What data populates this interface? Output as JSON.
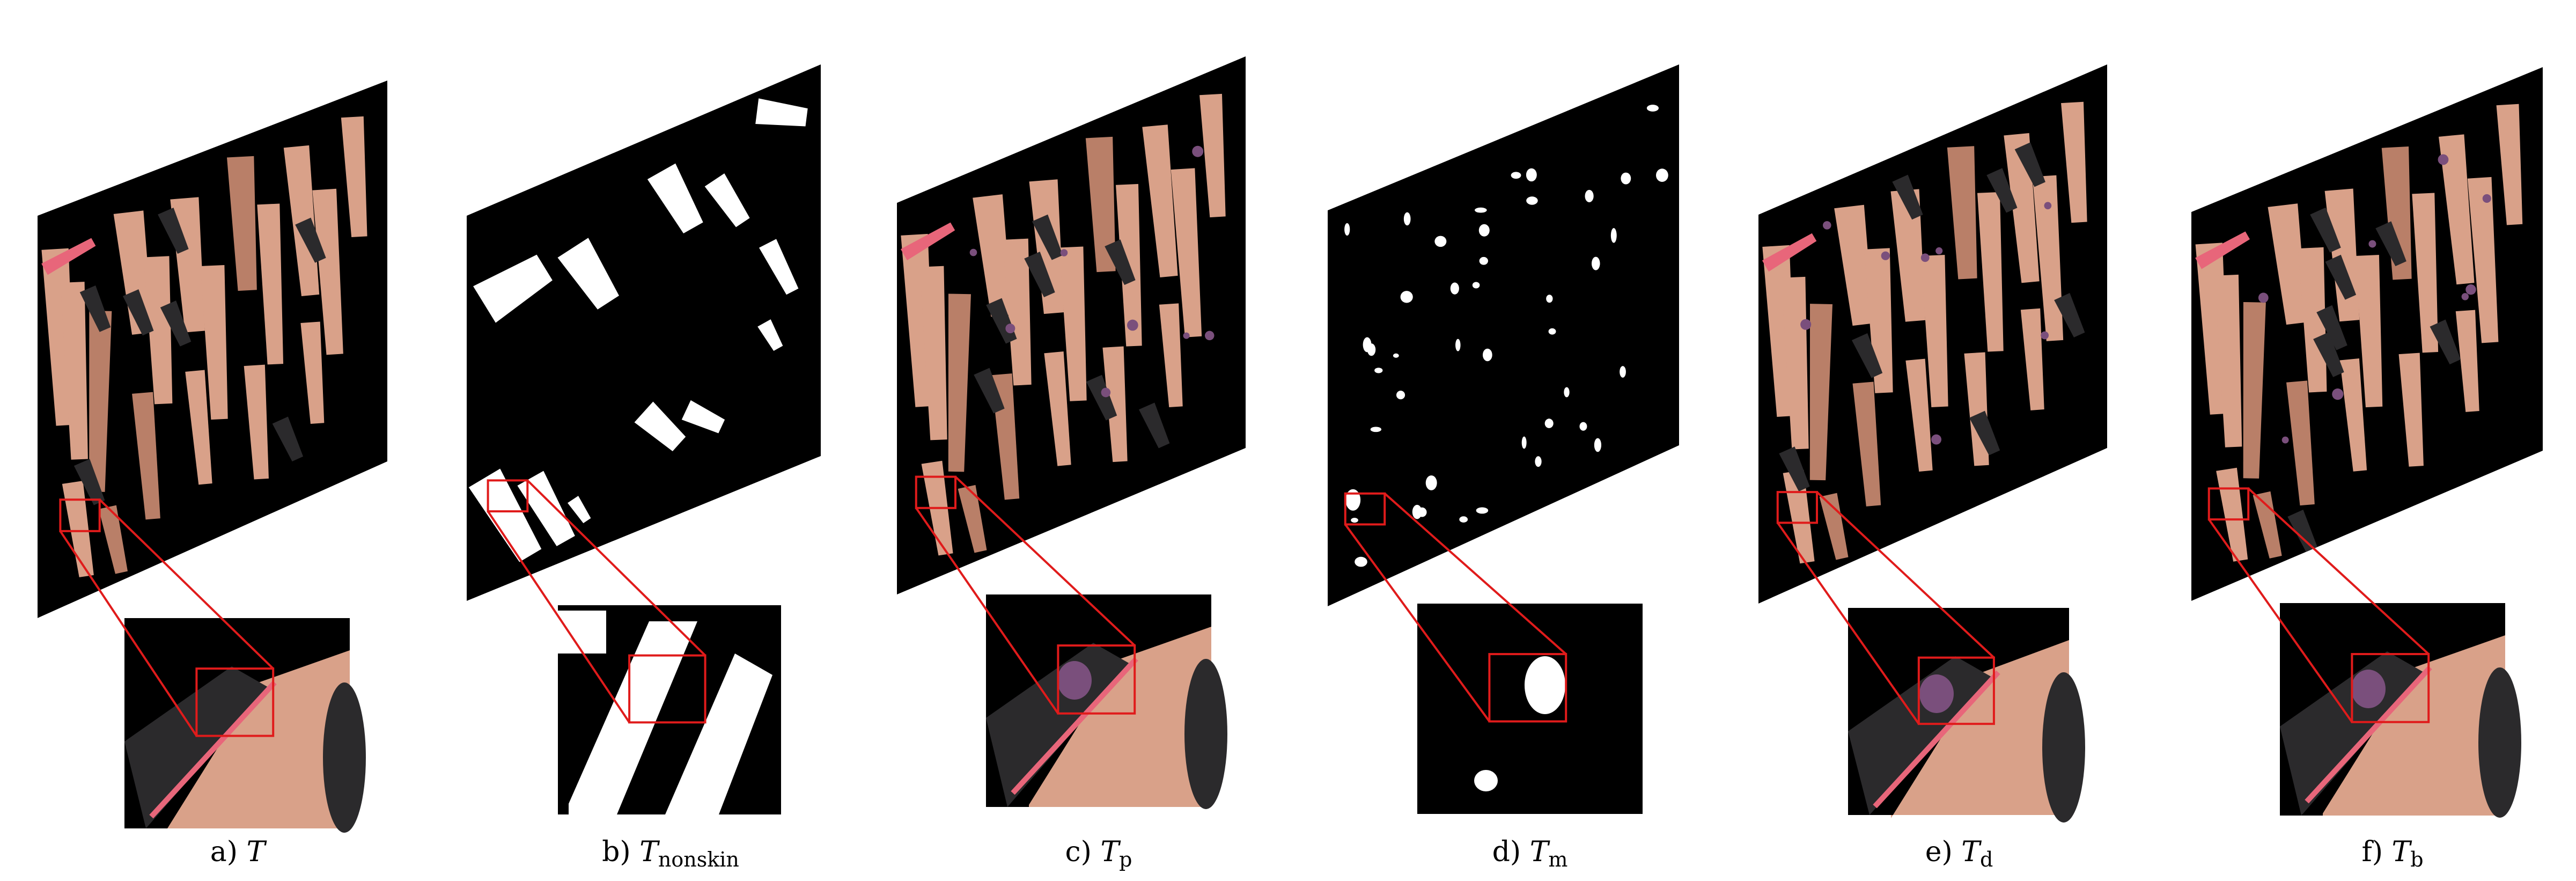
{
  "panels": [
    {
      "key": "a",
      "prefix": "a) ",
      "symbol": "T",
      "subscript": "",
      "texture": "color"
    },
    {
      "key": "b",
      "prefix": "b) ",
      "symbol": "T",
      "subscript": "nonskin",
      "texture": "nonskin-mask"
    },
    {
      "key": "c",
      "prefix": "c) ",
      "symbol": "T",
      "subscript": "p",
      "texture": "color"
    },
    {
      "key": "d",
      "prefix": "d) ",
      "symbol": "T",
      "subscript": "m",
      "texture": "mole-mask"
    },
    {
      "key": "e",
      "prefix": "e) ",
      "symbol": "T",
      "subscript": "d",
      "texture": "color"
    },
    {
      "key": "f",
      "prefix": "f) ",
      "symbol": "T",
      "subscript": "b",
      "texture": "color"
    }
  ],
  "colors": {
    "skin": "#d9a189",
    "skin_dark": "#b97f68",
    "clothing": "#2b2a2c",
    "highlight_box": "#e01b1b",
    "lesion": "#7a4f7c",
    "mask_white": "#ffffff",
    "background": "#000000"
  }
}
